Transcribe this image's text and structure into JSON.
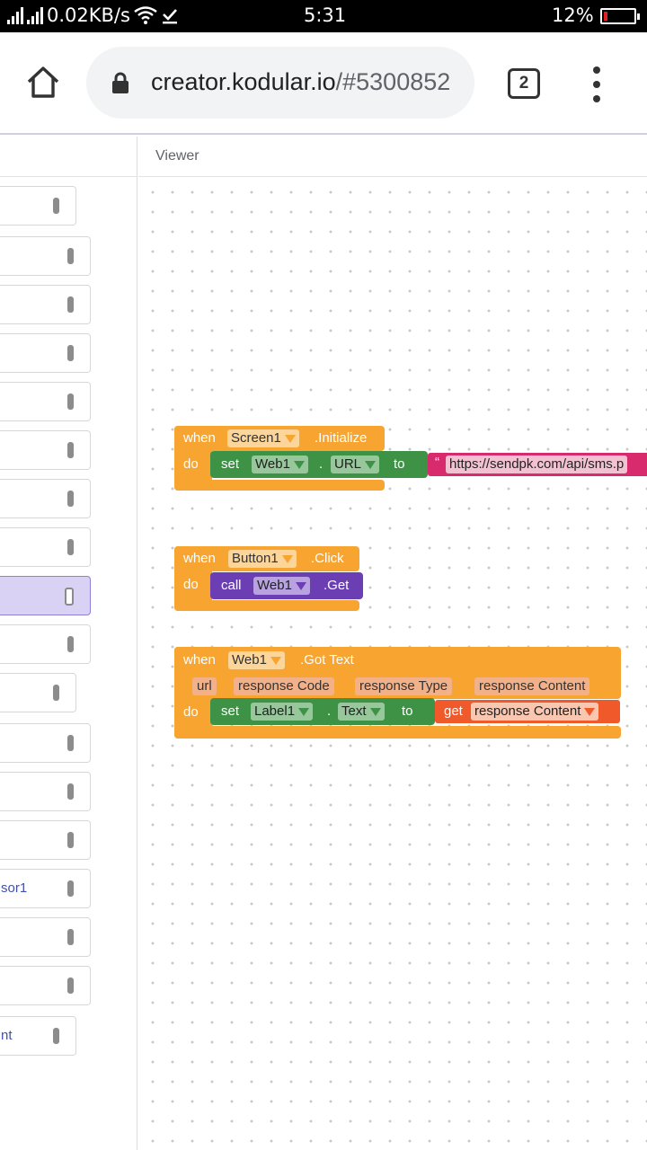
{
  "status_bar": {
    "network_speed": "0.02KB/s",
    "time": "5:31",
    "battery_percent": "12%",
    "battery_level": 0.12
  },
  "browser": {
    "url_host": "creator.kodular.io",
    "url_path": "/#5300852",
    "tab_count": "2"
  },
  "left_panel": {
    "items": [
      {
        "label": ""
      },
      {
        "label": ""
      },
      {
        "label": ""
      },
      {
        "label": ""
      },
      {
        "label": ""
      },
      {
        "label": ""
      },
      {
        "label": ""
      },
      {
        "label": ""
      },
      {
        "label": "",
        "selected": true
      },
      {
        "label": ""
      },
      {
        "label": ""
      },
      {
        "label": ""
      },
      {
        "label": ""
      },
      {
        "label": ""
      },
      {
        "label": "sor1"
      },
      {
        "label": ""
      },
      {
        "label": ""
      },
      {
        "label": "nt"
      }
    ]
  },
  "viewer": {
    "title": "Viewer",
    "blocks": {
      "screen_init": {
        "when": "when",
        "component": "Screen1",
        "event": ".Initialize",
        "do": "do",
        "set": "set",
        "target": "Web1",
        "dot": ".",
        "property": "URL",
        "to": "to",
        "quote": "“",
        "text_value": "https://sendpk.com/api/sms.p"
      },
      "button_click": {
        "when": "when",
        "component": "Button1",
        "event": ".Click",
        "do": "do",
        "call": "call",
        "target": "Web1",
        "method": ".Get"
      },
      "got_text": {
        "when": "when",
        "component": "Web1",
        "event": ".Got Text",
        "params": [
          "url",
          "response Code",
          "response Type",
          "response Content"
        ],
        "do": "do",
        "set": "set",
        "target": "Label1",
        "dot": ".",
        "property": "Text",
        "to": "to",
        "get": "get",
        "get_value": "response Content"
      }
    }
  }
}
